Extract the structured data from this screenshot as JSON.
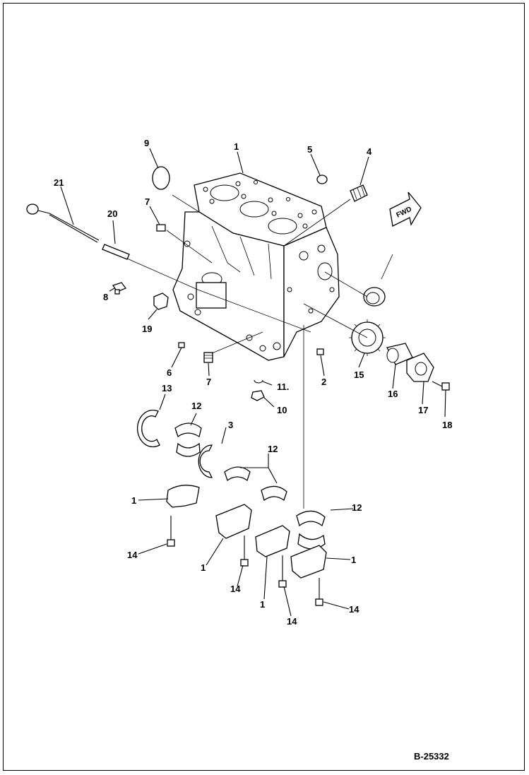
{
  "diagram": {
    "reference_code": "B-25332",
    "direction_marker": "FWD",
    "callouts": [
      {
        "id": "c9",
        "text": "9"
      },
      {
        "id": "c1a",
        "text": "1"
      },
      {
        "id": "c5",
        "text": "5"
      },
      {
        "id": "c4",
        "text": "4"
      },
      {
        "id": "c21",
        "text": "21"
      },
      {
        "id": "c7a",
        "text": "7"
      },
      {
        "id": "c20",
        "text": "20"
      },
      {
        "id": "c8",
        "text": "8"
      },
      {
        "id": "c19",
        "text": "19"
      },
      {
        "id": "c6",
        "text": "6"
      },
      {
        "id": "c7b",
        "text": "7"
      },
      {
        "id": "c2",
        "text": "2"
      },
      {
        "id": "c11",
        "text": "11."
      },
      {
        "id": "c10",
        "text": "10"
      },
      {
        "id": "c15",
        "text": "15"
      },
      {
        "id": "c16",
        "text": "16"
      },
      {
        "id": "c17",
        "text": "17"
      },
      {
        "id": "c18",
        "text": "18"
      },
      {
        "id": "c13a",
        "text": "13"
      },
      {
        "id": "c12a",
        "text": "12"
      },
      {
        "id": "c13b",
        "text": "3"
      },
      {
        "id": "c12b",
        "text": "12"
      },
      {
        "id": "c12c",
        "text": "12"
      },
      {
        "id": "c1b",
        "text": "1"
      },
      {
        "id": "c14a",
        "text": "14"
      },
      {
        "id": "c1c",
        "text": "1"
      },
      {
        "id": "c14b",
        "text": "14"
      },
      {
        "id": "c1d",
        "text": "1"
      },
      {
        "id": "c14c",
        "text": "14"
      },
      {
        "id": "c1e",
        "text": "1"
      },
      {
        "id": "c14d",
        "text": "14"
      }
    ]
  }
}
